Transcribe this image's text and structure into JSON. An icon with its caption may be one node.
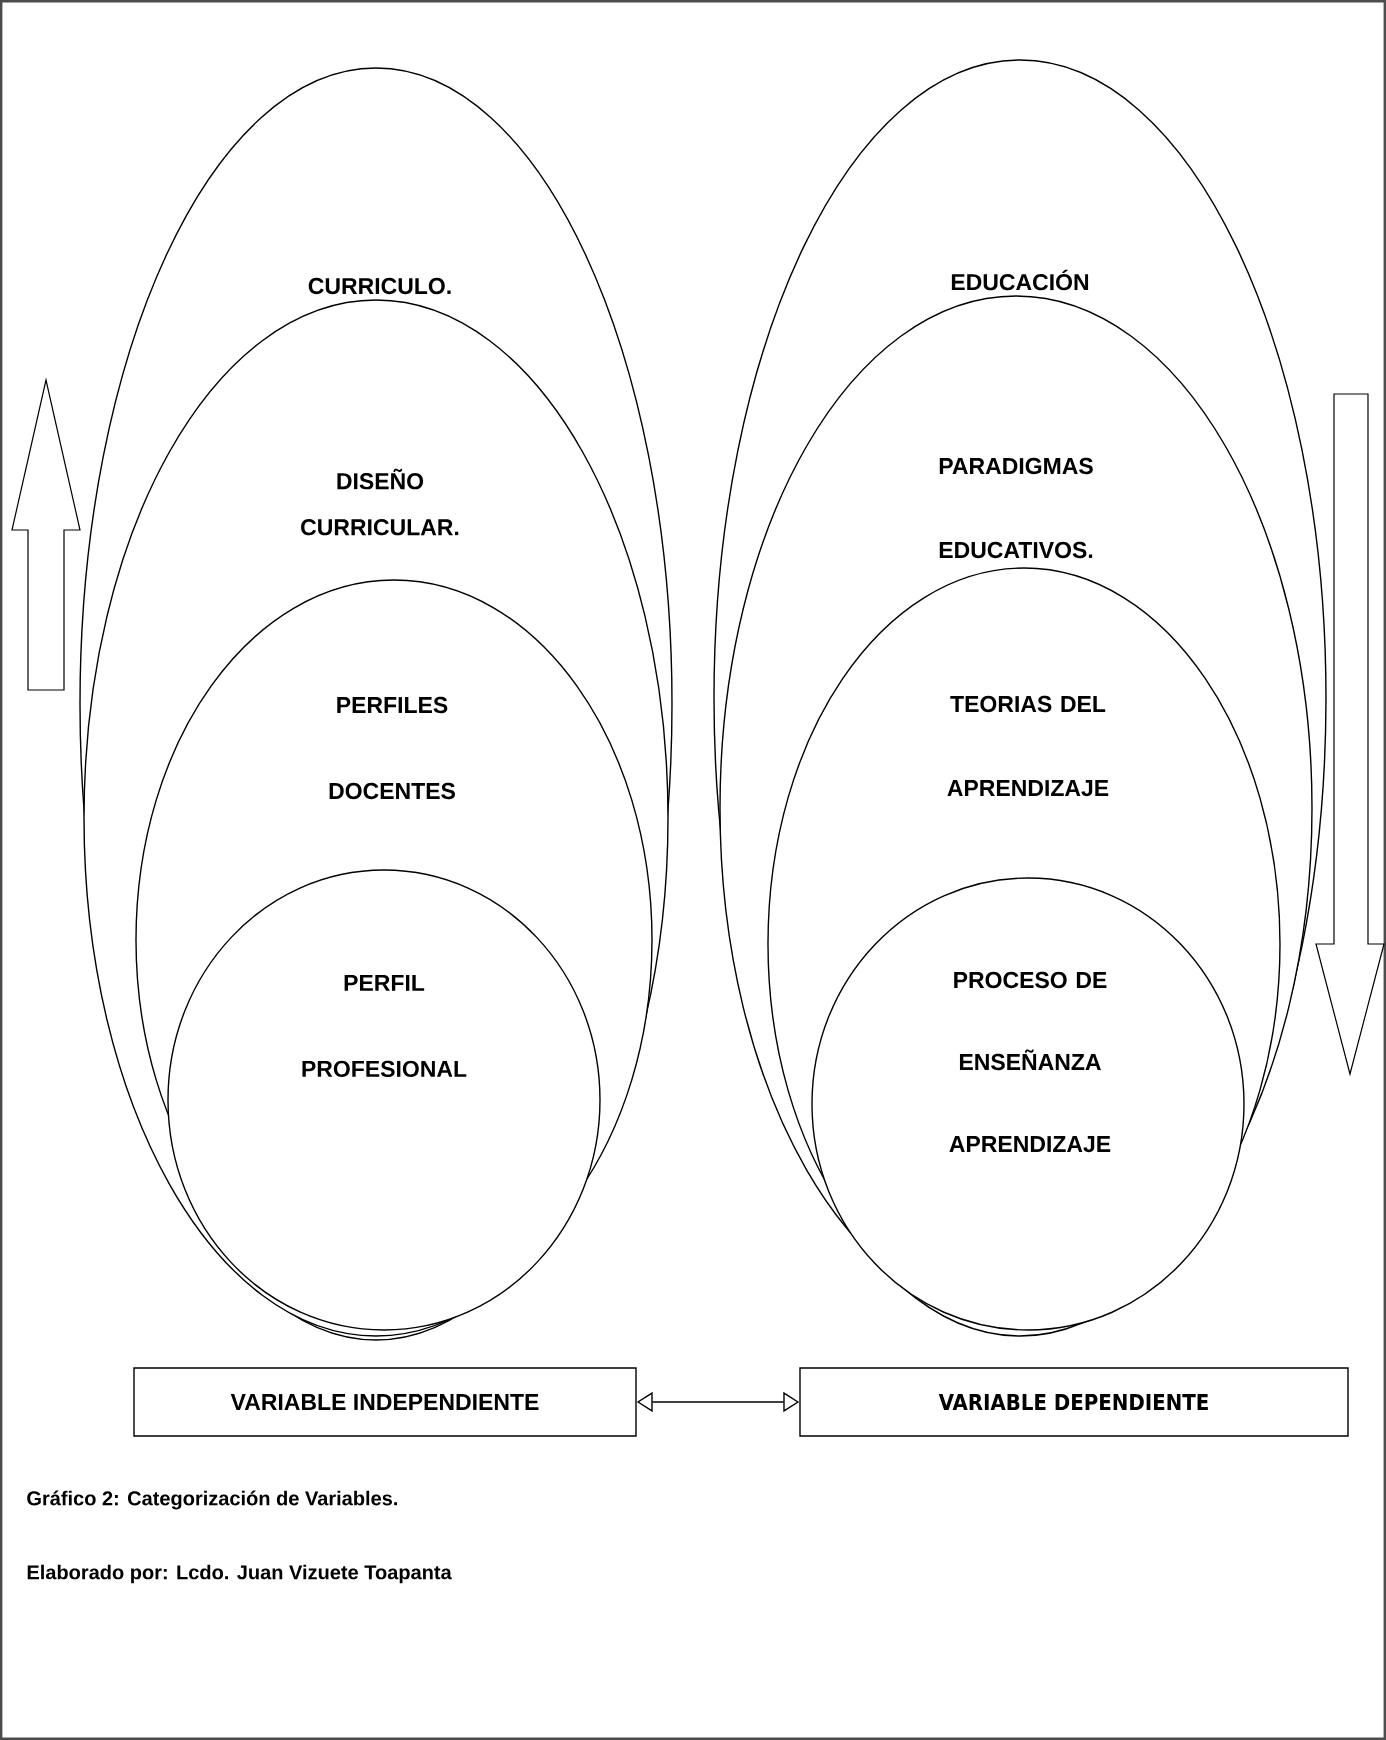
{
  "diagram": {
    "nodes": [
      {
        "text": [
          "CURRICULO."
        ]
      },
      {
        "text": [
          "DISEÑO CURRICULAR."
        ],
        "in": 0
      },
      {
        "text": [
          "PERFILES DOCENTES"
        ],
        "in": 1
      },
      {
        "text": [
          "PERFIL PROFESIONAL"
        ],
        "in": 2
      },
      {
        "text": [
          "EDUCACIÓN"
        ]
      },
      {
        "text": [
          "PARADIGMAS EDUCATIVOS."
        ],
        "in": 4
      },
      {
        "text": [
          "TEORIAS DEL APRENDIZAJE"
        ],
        "in": 5
      },
      {
        "text": [
          "PROCESO DE ENSEÑANZA APRENDIZAJE"
        ],
        "in": 6
      },
      {
        "text": [
          "VARIABLE INDEPENDIENTE"
        ]
      },
      {
        "text": [
          "VARIABLE DEPENDIENTE"
        ]
      }
    ],
    "edges": [
      {
        "from": 8,
        "to": 9,
        "arrow": "both"
      }
    ],
    "labels": [
      "Gráfico 2: Categorización de Variables.",
      "Elaborado por: Lcdo. Juan Vizuete Toapanta"
    ]
  }
}
